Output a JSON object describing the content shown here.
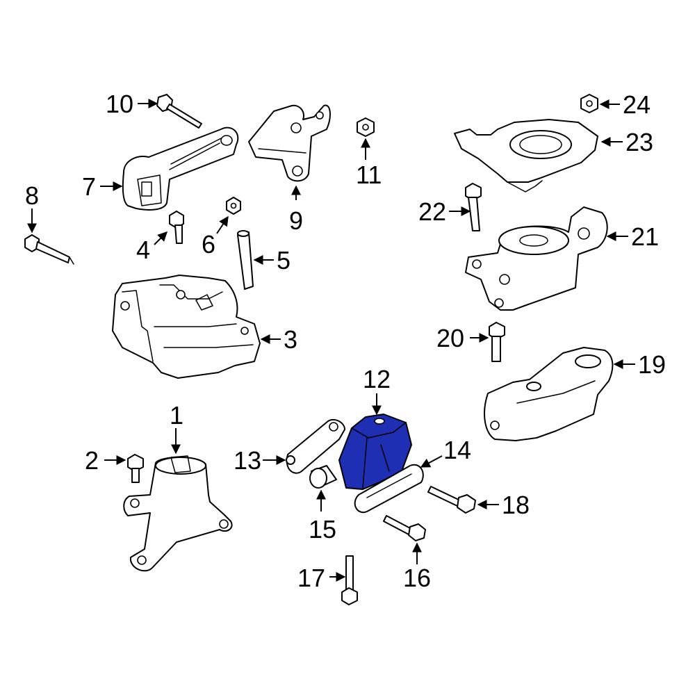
{
  "diagram": {
    "highlight_color": "#1e2fb4",
    "line_color": "#000000",
    "callouts": [
      {
        "id": "c1",
        "label": "1"
      },
      {
        "id": "c2",
        "label": "2"
      },
      {
        "id": "c3",
        "label": "3"
      },
      {
        "id": "c4",
        "label": "4"
      },
      {
        "id": "c5",
        "label": "5"
      },
      {
        "id": "c6",
        "label": "6"
      },
      {
        "id": "c7",
        "label": "7"
      },
      {
        "id": "c8",
        "label": "8"
      },
      {
        "id": "c9",
        "label": "9"
      },
      {
        "id": "c10",
        "label": "10"
      },
      {
        "id": "c11",
        "label": "11"
      },
      {
        "id": "c12",
        "label": "12"
      },
      {
        "id": "c13",
        "label": "13"
      },
      {
        "id": "c14",
        "label": "14"
      },
      {
        "id": "c15",
        "label": "15"
      },
      {
        "id": "c16",
        "label": "16"
      },
      {
        "id": "c17",
        "label": "17"
      },
      {
        "id": "c18",
        "label": "18"
      },
      {
        "id": "c19",
        "label": "19"
      },
      {
        "id": "c20",
        "label": "20"
      },
      {
        "id": "c21",
        "label": "21"
      },
      {
        "id": "c22",
        "label": "22"
      },
      {
        "id": "c23",
        "label": "23"
      },
      {
        "id": "c24",
        "label": "24"
      }
    ]
  }
}
